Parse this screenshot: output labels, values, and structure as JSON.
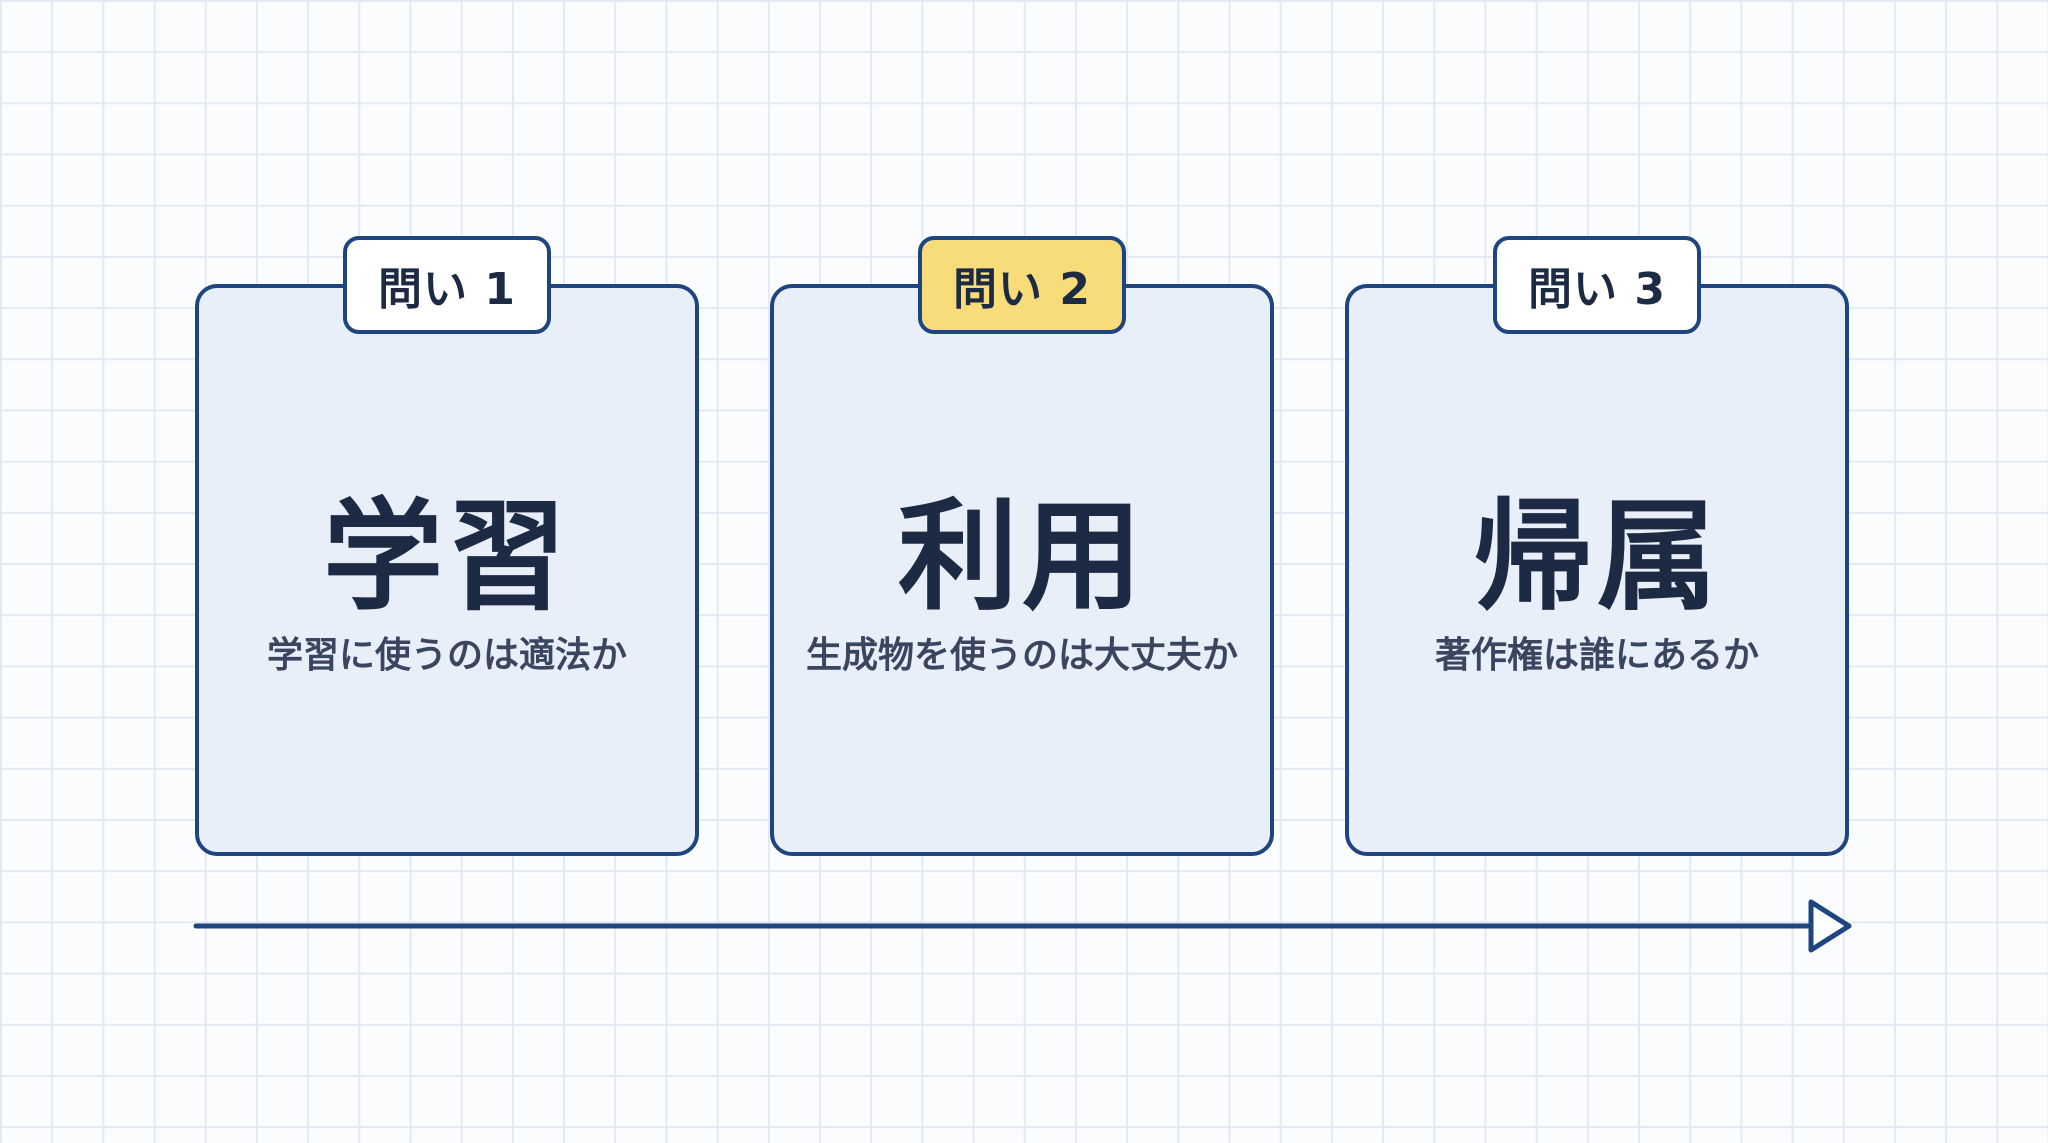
{
  "cards": [
    {
      "tag": "問い 1",
      "title": "学習",
      "subtitle": "学習に使うのは適法か",
      "highlighted": false
    },
    {
      "tag": "問い 2",
      "title": "利用",
      "subtitle": "生成物を使うのは大丈夫か",
      "highlighted": true
    },
    {
      "tag": "問い 3",
      "title": "帰属",
      "subtitle": "著作権は誰にあるか",
      "highlighted": false
    }
  ],
  "colors": {
    "card_border": "#1f4580",
    "card_fill": "#e8eff9",
    "highlight_tag": "#f8dc79",
    "text_dark": "#1c2a44",
    "grid": "#e3e9f3"
  }
}
